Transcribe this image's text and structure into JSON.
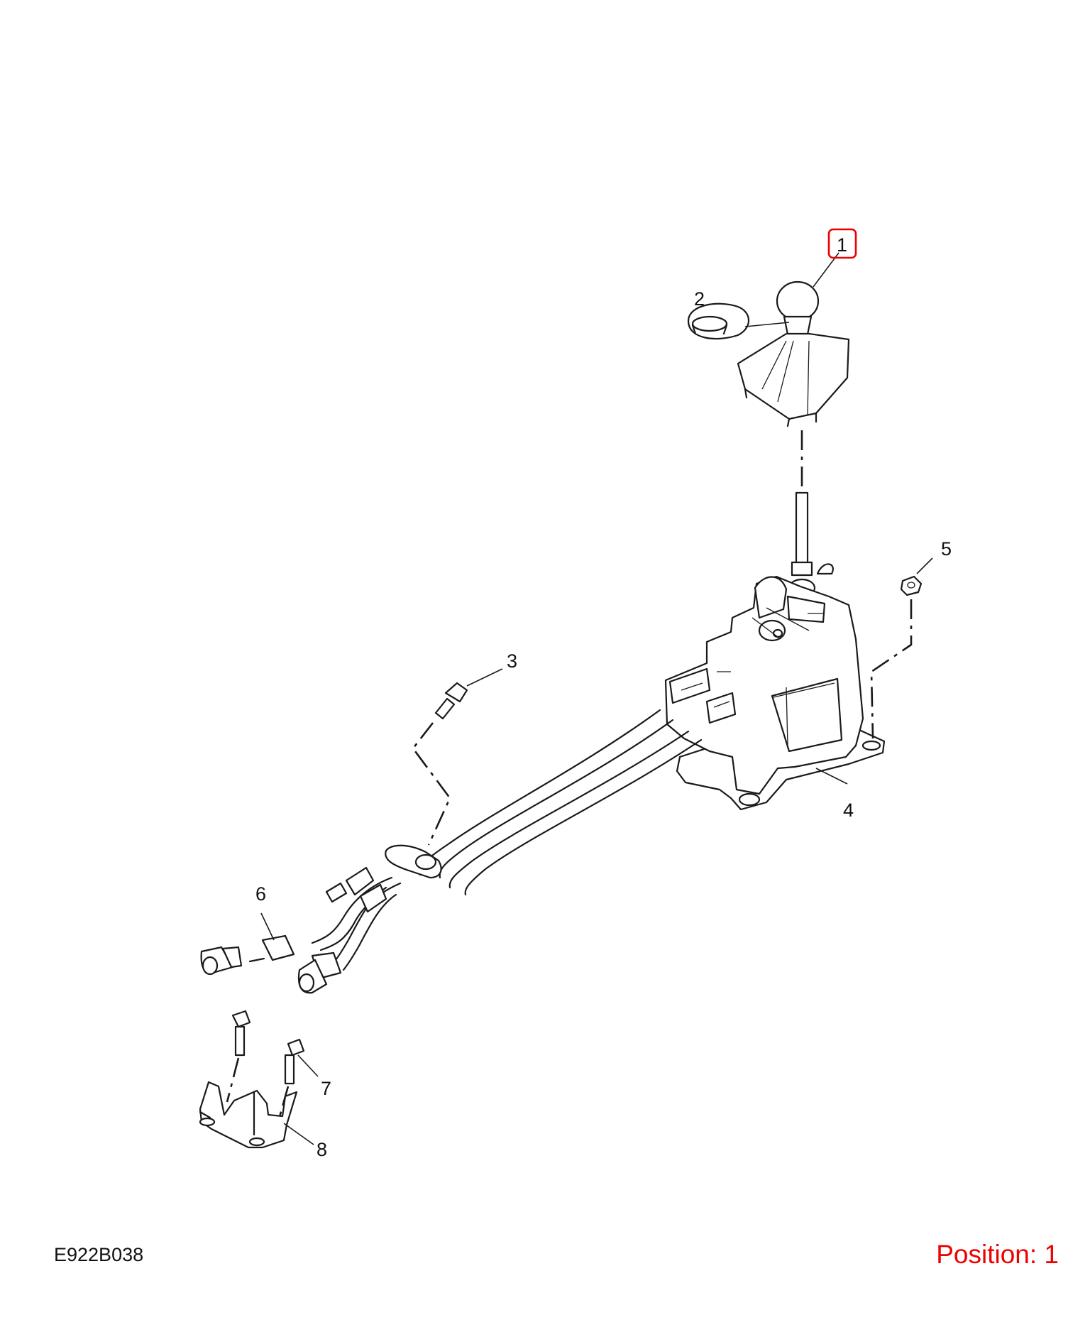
{
  "diagram": {
    "code": "E922B038",
    "position_label": "Position: 1",
    "position_color": "#ee0000",
    "highlight_color": "#ee0000",
    "callouts": [
      {
        "id": 1,
        "label": "1",
        "highlighted": true
      },
      {
        "id": 2,
        "label": "2"
      },
      {
        "id": 3,
        "label": "3"
      },
      {
        "id": 4,
        "label": "4"
      },
      {
        "id": 5,
        "label": "5"
      },
      {
        "id": 6,
        "label": "6"
      },
      {
        "id": 7,
        "label": "7"
      },
      {
        "id": 8,
        "label": "8"
      }
    ]
  }
}
